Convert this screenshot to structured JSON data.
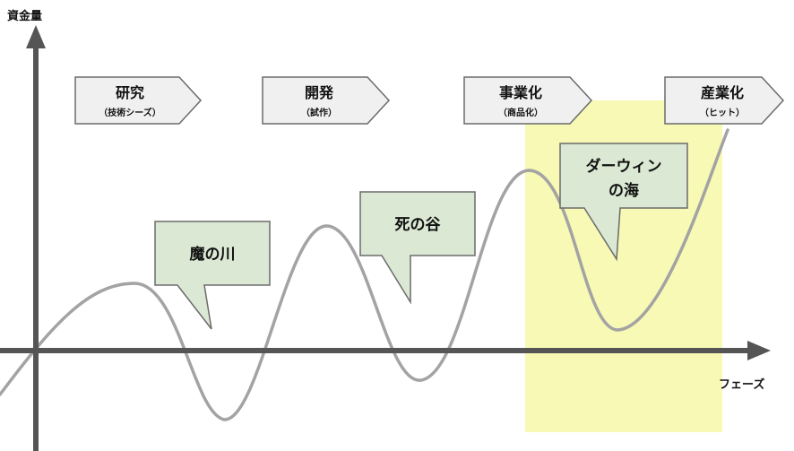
{
  "axes": {
    "y_label": "資金量",
    "x_label": "フェーズ"
  },
  "stages": [
    {
      "title": "研究",
      "subtitle": "（技術シーズ）"
    },
    {
      "title": "開発",
      "subtitle": "（試作）"
    },
    {
      "title": "事業化",
      "subtitle": "（商品化）"
    },
    {
      "title": "産業化",
      "subtitle": "（ヒット）"
    }
  ],
  "callouts": [
    {
      "lines": [
        "魔の川"
      ]
    },
    {
      "lines": [
        "死の谷"
      ]
    },
    {
      "lines": [
        "ダーウィン",
        "の海"
      ]
    }
  ],
  "colors": {
    "highlight": "#f7f9b5",
    "curve": "#a3a3a3",
    "axis": "#555555",
    "callout_fill": "#dbe9d4",
    "stage_fill": "#f0f0f0"
  }
}
